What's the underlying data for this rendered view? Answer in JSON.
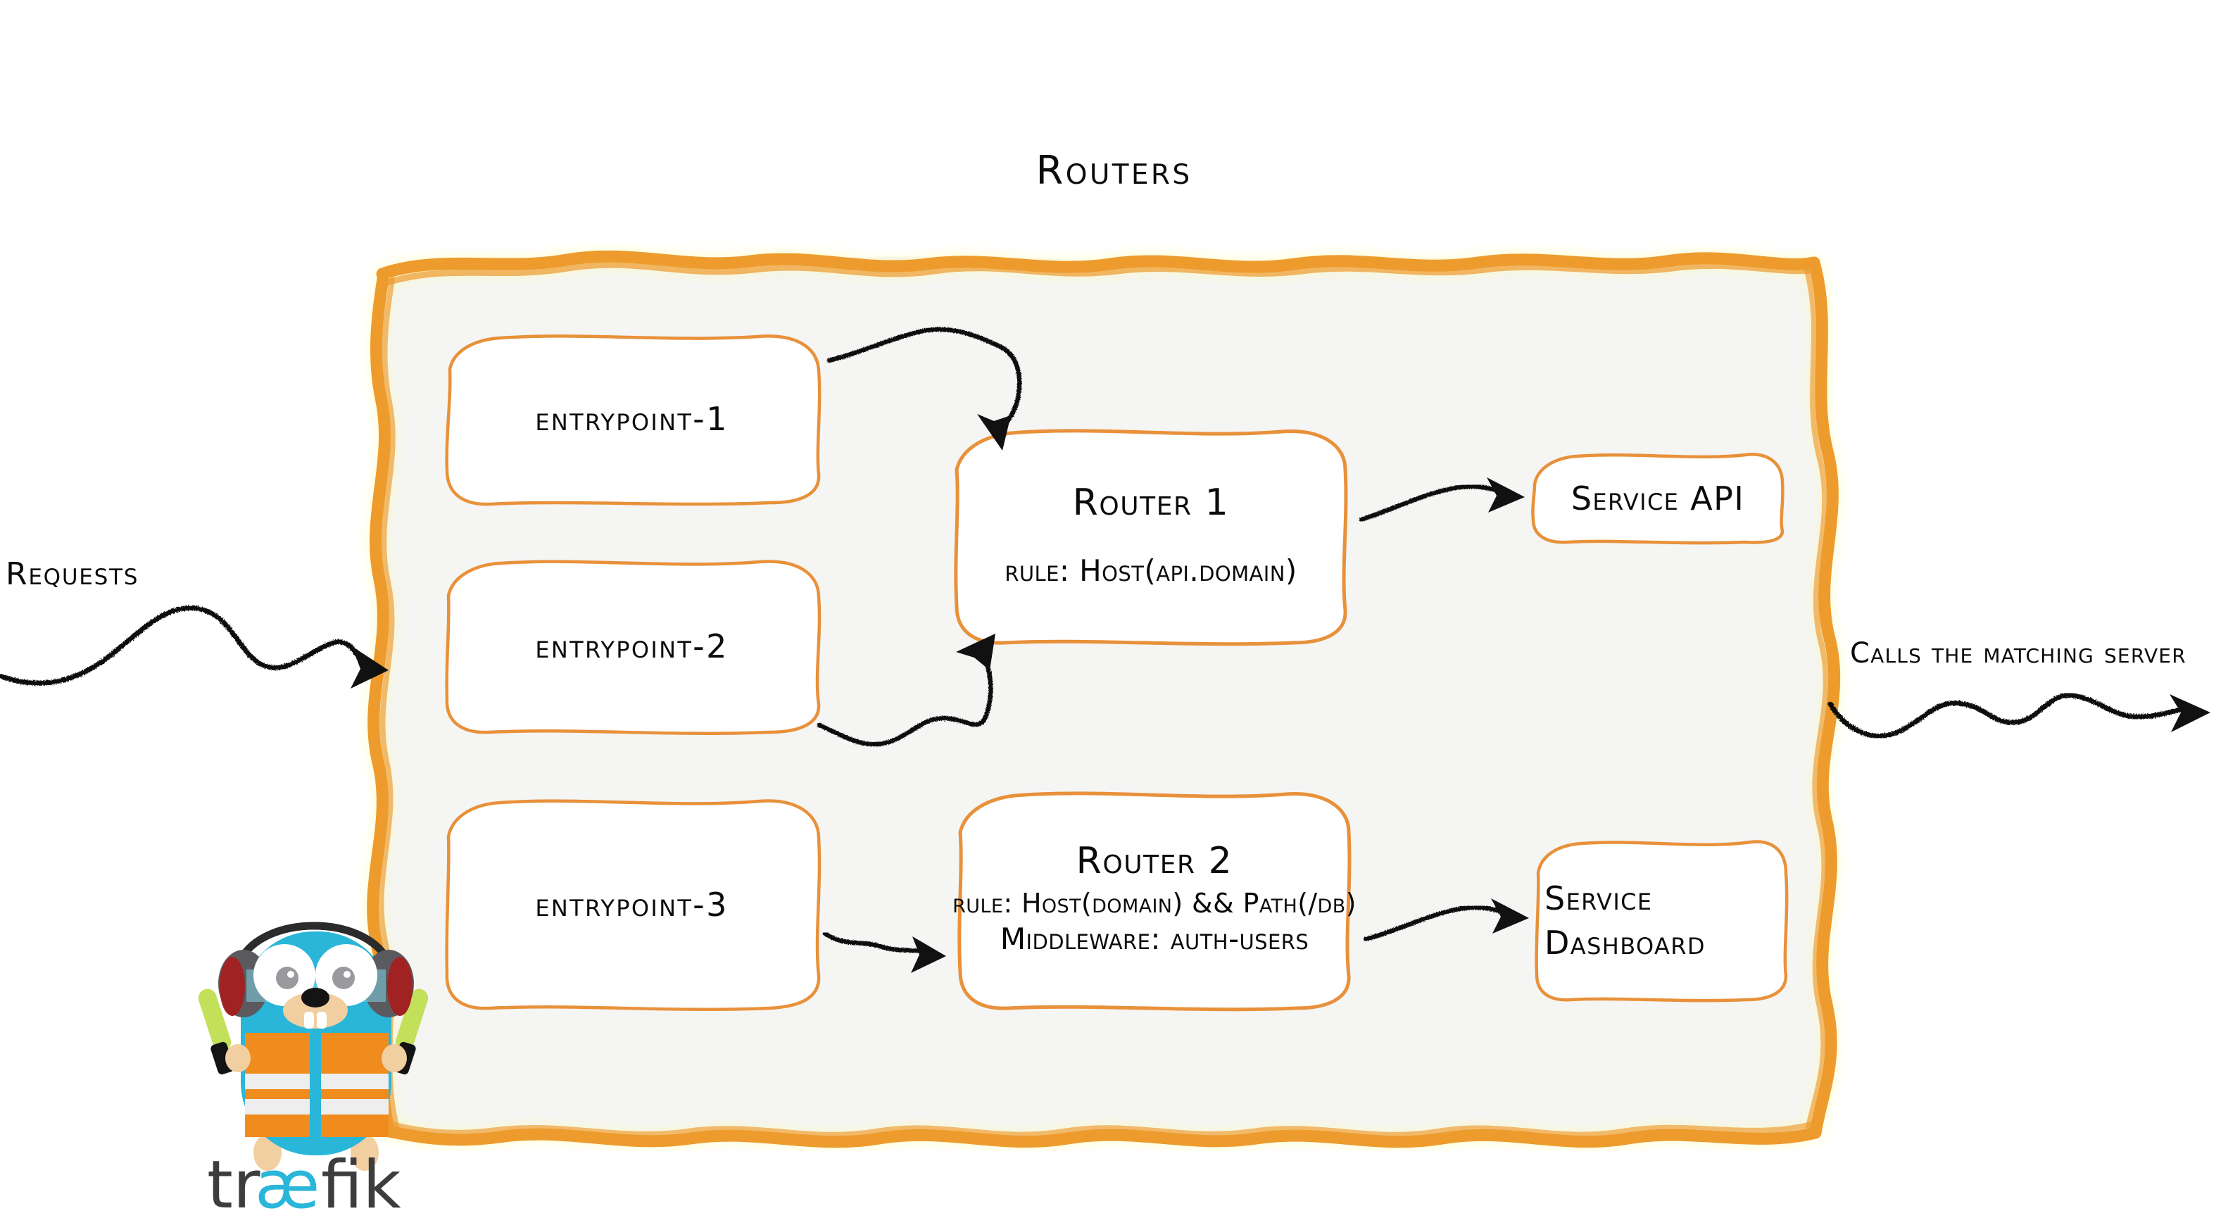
{
  "diagram": {
    "title": "Routers",
    "type": "traefik-routing-architecture",
    "background_color": "#ffffff",
    "container_fill": "#f5f5f4",
    "accent_color": "#ee9b2d",
    "stroke_color": "#0b0b0b"
  },
  "annotations": {
    "left_label": "Requests",
    "right_label": "Calls the matching server"
  },
  "entrypoints": [
    {
      "id": "entrypoint-1",
      "label": "entrypoint-1"
    },
    {
      "id": "entrypoint-2",
      "label": "entrypoint-2"
    },
    {
      "id": "entrypoint-3",
      "label": "entrypoint-3"
    }
  ],
  "routers": [
    {
      "id": "router-1",
      "title": "Router 1",
      "rule": "rule: Host(api.domain)",
      "middleware": ""
    },
    {
      "id": "router-2",
      "title": "Router 2",
      "rule": "rule: Host(domain) && Path(/db)",
      "middleware": "Middleware: auth-users"
    }
  ],
  "services": [
    {
      "id": "service-api",
      "label": "Service API"
    },
    {
      "id": "service-dashboard",
      "line1": "Service",
      "line2": "Dashboard"
    }
  ],
  "connections": [
    {
      "from": "entrypoint-1",
      "to": "router-1",
      "style": "sketchy-arrow"
    },
    {
      "from": "entrypoint-2",
      "to": "router-1",
      "style": "sketchy-arrow"
    },
    {
      "from": "entrypoint-3",
      "to": "router-2",
      "style": "sketchy-arrow"
    },
    {
      "from": "router-1",
      "to": "service-api",
      "style": "sketchy-arrow"
    },
    {
      "from": "router-2",
      "to": "service-dashboard",
      "style": "sketchy-arrow"
    },
    {
      "from": "requests",
      "to": "routers-container",
      "style": "sketchy-arrow"
    },
    {
      "from": "routers-container",
      "to": "matching-server",
      "style": "sketchy-arrow"
    }
  ],
  "logo": {
    "wordmark_prefix": "tr",
    "wordmark_ligature": "æ",
    "wordmark_suffix": "fik",
    "body_color": "#29b6d8",
    "vest_color": "#f08c1e",
    "wand_color": "#c3e05a",
    "headphone_color": "#5b5b5f",
    "headphone_accent": "#a02222",
    "wordmark_color": "#3d3d3d"
  }
}
